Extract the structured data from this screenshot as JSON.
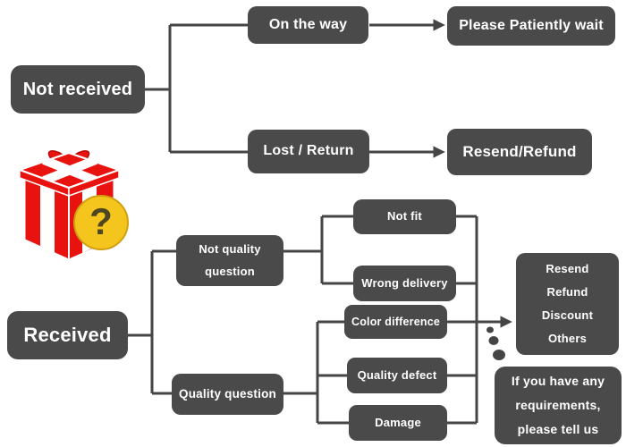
{
  "colors": {
    "node_bg": "#4a4a4a",
    "node_text": "#ffffff",
    "line": "#454545",
    "gift_red": "#e8120e",
    "gift_red_dark": "#b50b0b",
    "badge_yellow": "#f4c51c",
    "badge_border": "#d19f12",
    "question_color": "#4e4620"
  },
  "icons": {
    "gift": "red-gift-box-icon",
    "question_mark": "?"
  },
  "flow": {
    "not_received": {
      "root": "Not received",
      "on_the_way": "On the way",
      "please_wait": "Please Patiently wait",
      "lost_return": "Lost / Return",
      "resend_refund": "Resend/Refund"
    },
    "received": {
      "root": "Received",
      "not_quality": {
        "lines": [
          "Not quality",
          "question"
        ]
      },
      "quality_question": "Quality question",
      "not_fit": "Not fit",
      "wrong_delivery": "Wrong delivery",
      "color_difference": "Color difference",
      "quality_defect": "Quality defect",
      "damage": "Damage",
      "outcomes": {
        "lines": [
          "Resend",
          "Refund",
          "Discount",
          "Others"
        ]
      },
      "note": {
        "lines": [
          "If you have any",
          "requirements,",
          "please tell us"
        ]
      }
    }
  }
}
